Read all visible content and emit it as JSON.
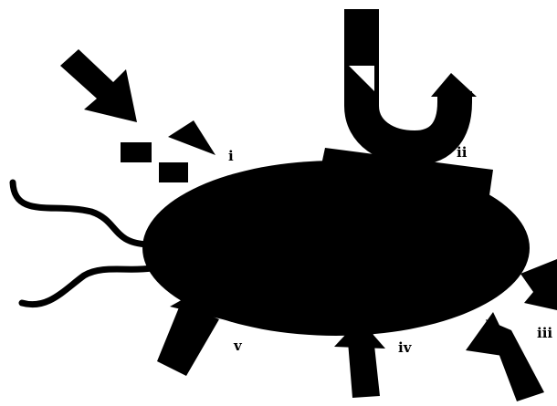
{
  "diagram": {
    "labels": {
      "i": "i",
      "ii": "ii",
      "iii": "iii",
      "iv": "iv",
      "v": "v"
    },
    "colors": {
      "ink": "#000000",
      "background": "#ffffff"
    }
  }
}
